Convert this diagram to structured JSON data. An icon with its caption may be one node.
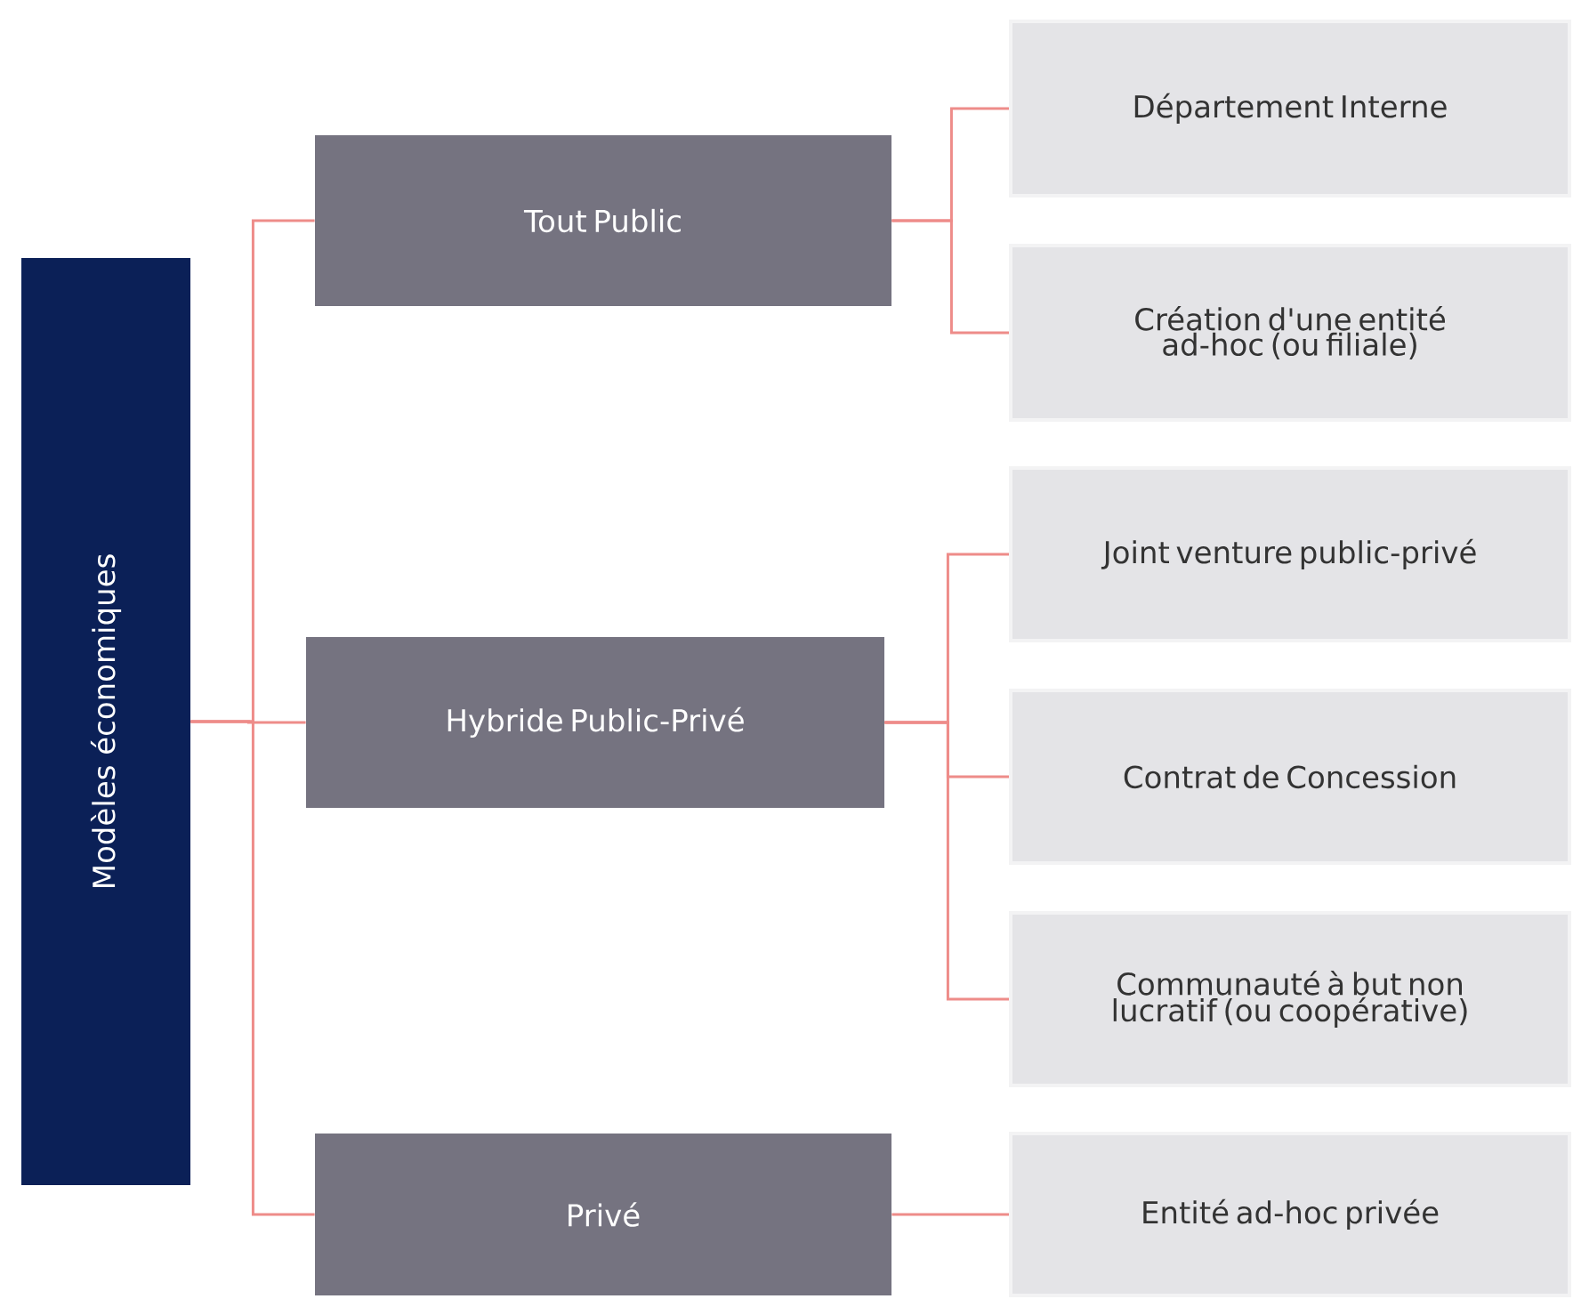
{
  "diagram": {
    "nodes": [
      {
        "text": [
          "Modèles économiques"
        ]
      },
      {
        "text": [
          "Tout Public"
        ]
      },
      {
        "text": [
          "Hybride Public-Privé"
        ]
      },
      {
        "text": [
          "Privé"
        ]
      },
      {
        "text": [
          "Département Interne"
        ]
      },
      {
        "text": [
          "Création d'une entité ad-hoc (ou filiale)"
        ]
      },
      {
        "text": [
          "Joint venture public-privé"
        ]
      },
      {
        "text": [
          "Contrat de Concession"
        ]
      },
      {
        "text": [
          "Communauté à but non lucratif (ou coopérative)"
        ]
      },
      {
        "text": [
          "Entité ad-hoc privée"
        ]
      }
    ],
    "edges": [
      {
        "from": 0,
        "to": 1,
        "arrow": "none"
      },
      {
        "from": 0,
        "to": 2,
        "arrow": "none"
      },
      {
        "from": 0,
        "to": 3,
        "arrow": "none"
      },
      {
        "from": 1,
        "to": 4,
        "arrow": "none"
      },
      {
        "from": 1,
        "to": 5,
        "arrow": "none"
      },
      {
        "from": 2,
        "to": 6,
        "arrow": "none"
      },
      {
        "from": 2,
        "to": 7,
        "arrow": "none"
      },
      {
        "from": 2,
        "to": 8,
        "arrow": "none"
      },
      {
        "from": 3,
        "to": 9,
        "arrow": "none"
      }
    ]
  }
}
